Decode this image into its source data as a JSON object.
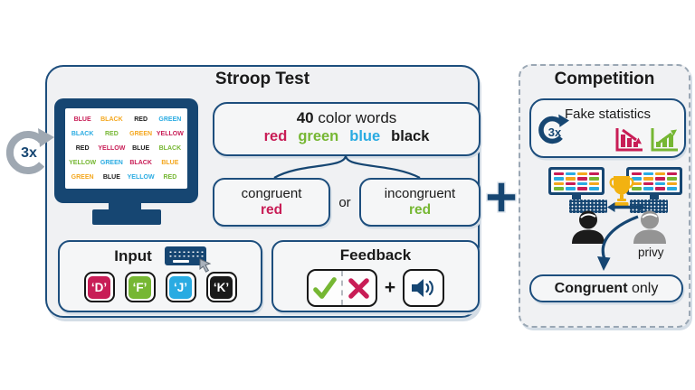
{
  "palette": {
    "navy": "#164672",
    "border_navy": "#1d4e7d",
    "red": "#c81d56",
    "green": "#76b733",
    "blue": "#29abe2",
    "orange": "#f4a71d",
    "black": "#1a1a1a",
    "gray_person": "#949494",
    "arrow_gray": "#9fa8b2",
    "gold": "#f2b211",
    "panel_fill": "#f0f1f3",
    "inner_fill": "#f5f6f7",
    "shadow": "#d4dde6",
    "dash_border": "#9aa7b4"
  },
  "stroop": {
    "title": "Stroop Test",
    "repeat_badge": "3x",
    "monitor_words": [
      [
        {
          "t": "BLUE",
          "c": "red"
        },
        {
          "t": "BLACK",
          "c": "orange"
        },
        {
          "t": "RED",
          "c": "black"
        },
        {
          "t": "GREEN",
          "c": "blue"
        }
      ],
      [
        {
          "t": "BLACK",
          "c": "blue"
        },
        {
          "t": "RED",
          "c": "green"
        },
        {
          "t": "GREEN",
          "c": "orange"
        },
        {
          "t": "YELLOW",
          "c": "red"
        }
      ],
      [
        {
          "t": "RED",
          "c": "black"
        },
        {
          "t": "YELLOW",
          "c": "red"
        },
        {
          "t": "BLUE",
          "c": "black"
        },
        {
          "t": "BLACK",
          "c": "green"
        }
      ],
      [
        {
          "t": "YELLOW",
          "c": "green"
        },
        {
          "t": "GREEN",
          "c": "blue"
        },
        {
          "t": "BLACK",
          "c": "red"
        },
        {
          "t": "BLUE",
          "c": "orange"
        }
      ],
      [
        {
          "t": "GREEN",
          "c": "orange"
        },
        {
          "t": "BLUE",
          "c": "black"
        },
        {
          "t": "YELLOW",
          "c": "blue"
        },
        {
          "t": "RED",
          "c": "green"
        }
      ]
    ],
    "forty": {
      "number": "40",
      "rest": " color words",
      "words": [
        {
          "t": "red",
          "c": "red"
        },
        {
          "t": "green",
          "c": "green"
        },
        {
          "t": "blue",
          "c": "blue"
        },
        {
          "t": "black",
          "c": "black"
        }
      ]
    },
    "branch": {
      "left": {
        "label": "congruent",
        "word": "red",
        "word_color": "red"
      },
      "or": "or",
      "right": {
        "label": "incongruent",
        "word": "red",
        "word_color": "green"
      }
    },
    "input": {
      "title": "Input",
      "keys": [
        {
          "label": "‘D’",
          "c": "red"
        },
        {
          "label": "‘F’",
          "c": "green"
        },
        {
          "label": "‘J’",
          "c": "blue"
        },
        {
          "label": "‘K’",
          "c": "black"
        }
      ]
    },
    "feedback": {
      "title": "Feedback",
      "plus": "+"
    }
  },
  "plus_separator": "+",
  "competition": {
    "title": "Competition",
    "fake_stats": {
      "label": "Fake statistics",
      "repeat_badge": "3x"
    },
    "privy": "privy",
    "congruent_only": {
      "bold": "Congruent",
      "rest": " only"
    },
    "screen_rows": [
      [
        "red",
        "blue",
        "orange",
        "red"
      ],
      [
        "blue",
        "orange",
        "red",
        "green"
      ],
      [
        "orange",
        "red",
        "blue",
        "orange"
      ],
      [
        "green",
        "blue",
        "red",
        "blue"
      ]
    ]
  }
}
